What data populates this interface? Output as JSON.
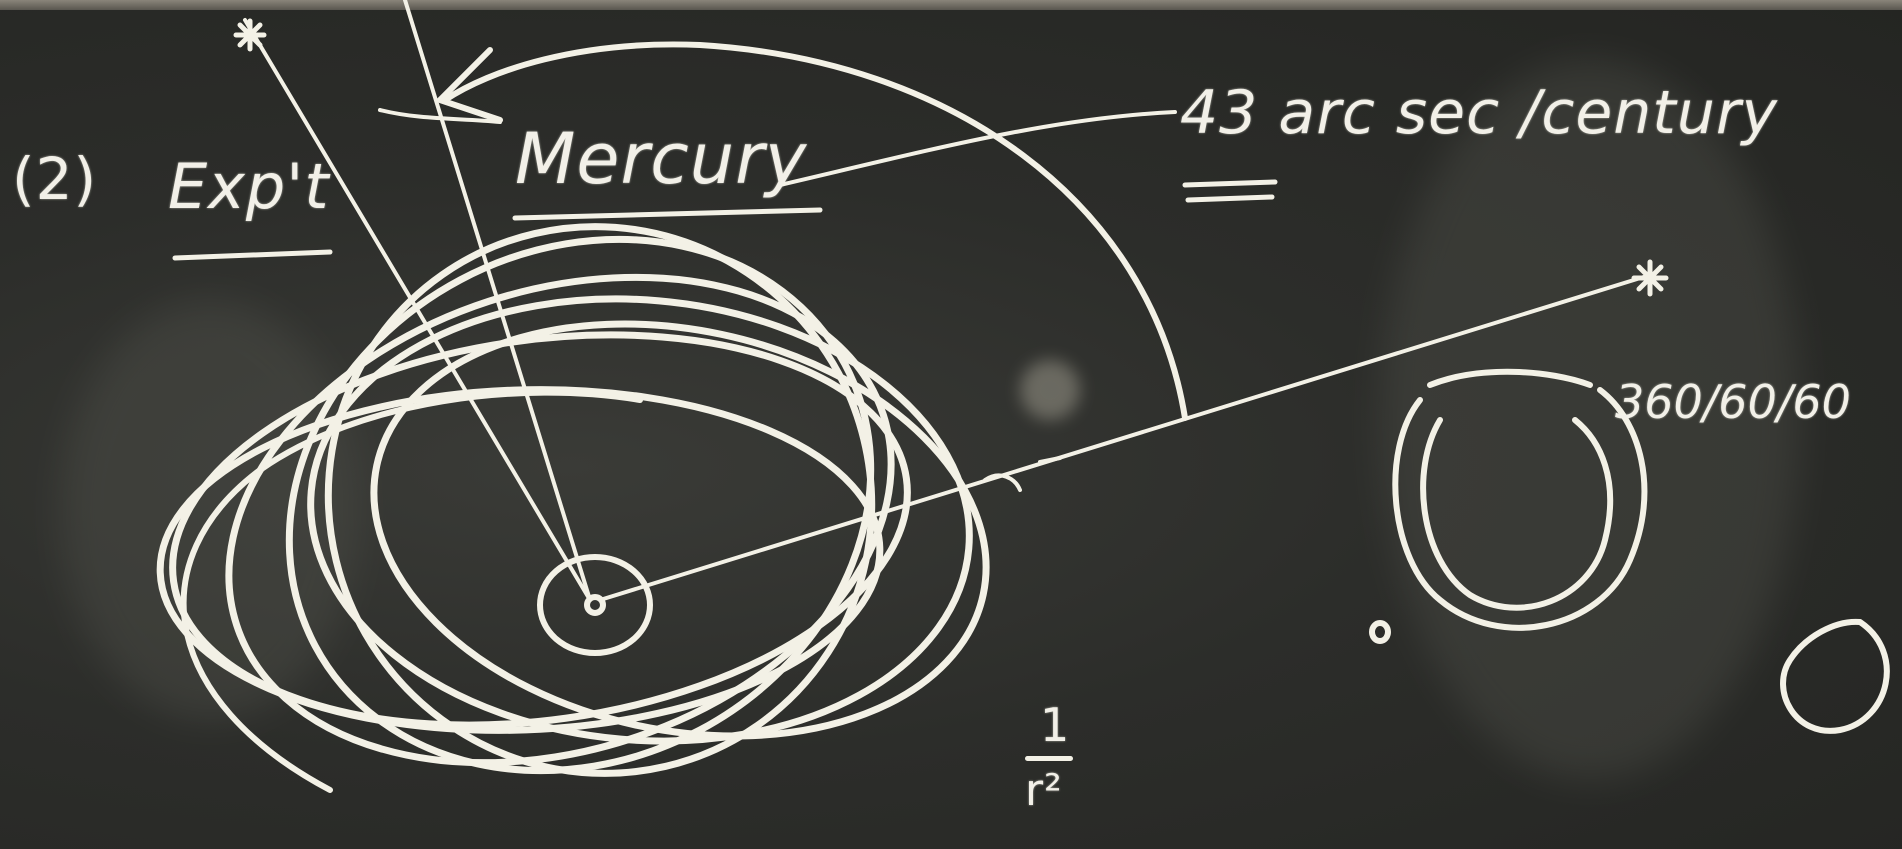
{
  "board": {
    "label_number": "(2)",
    "label_exp": "Exp't",
    "label_mercury": "Mercury",
    "precession": "43 arc sec /century",
    "degrees": "360/60/60",
    "inverse_square_numerator": "1",
    "inverse_square_denominator": "r²"
  },
  "colors": {
    "board": "#2a2b28",
    "chalk": "#f3f1e6"
  }
}
